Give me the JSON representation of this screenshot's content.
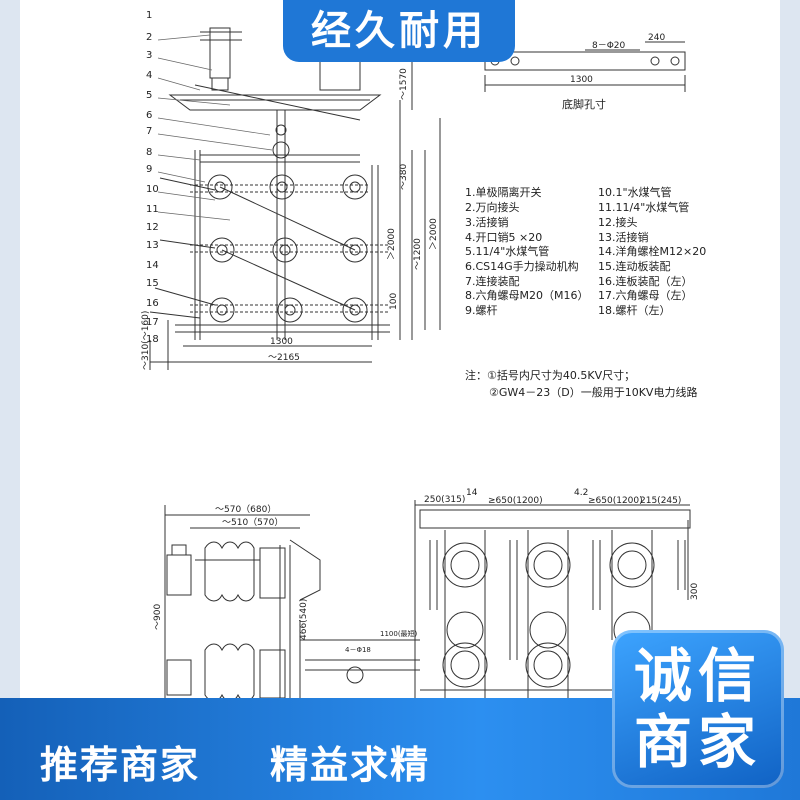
{
  "badge_top": "经久耐用",
  "footer": {
    "slogan_left": "推荐商家",
    "slogan_right": "精益求精"
  },
  "corner_badge": {
    "line1": "诚信",
    "line2": "商家"
  },
  "base_hole": {
    "caption": "底脚孔寸",
    "dim_hole": "8－Φ20",
    "dim_240": "240",
    "dim_1300": "1300"
  },
  "parts_left": [
    "1.单极隔离开关",
    "2.万向接头",
    "3.活接销",
    "4.开口销5 ×20",
    "5.11/4\"水煤气管",
    "6.CS14G手力操动机构",
    "7.连接装配",
    "8.六角螺母M20（M16）",
    "9.螺杆"
  ],
  "parts_right": [
    "10.1\"水煤气管",
    "11.11/4\"水煤气管",
    "12.接头",
    "13.活接销",
    "14.洋角螺栓M12×20",
    "15.连动板装配",
    "16.连板装配（左）",
    "17.六角螺母（左）",
    "18.螺杆（左）"
  ],
  "notes": {
    "line1": "注：①括号内尺寸为40.5KV尺寸；",
    "line2": "②GW4－23（D）一般用于10KV电力线路"
  },
  "top_dims": {
    "d1570": "～1570",
    "d380": "～380",
    "d2000a": "＞2000",
    "d1200": "～1200",
    "d2000b": "＞2000",
    "d100": "100",
    "d1300": "1300",
    "d2165": "～2165",
    "d310": "～310(～160)"
  },
  "callouts": [
    "1",
    "2",
    "3",
    "4",
    "5",
    "6",
    "7",
    "8",
    "9",
    "10",
    "11",
    "12",
    "13",
    "14",
    "15",
    "16",
    "17",
    "18"
  ],
  "bottom_left_dims": {
    "d570": "～570（680）",
    "d510": "～510（570）",
    "d900": "～900",
    "d466": "466(540)",
    "d1100": "1100(最短)",
    "d4": "4－Φ18"
  },
  "bottom_right_dims": {
    "d250": "250(315)",
    "d14": "14",
    "d650a": "≥650(1200)",
    "d42": "4.2",
    "d650b": "≥650(1200)",
    "d215": "215(245)",
    "d300": "300"
  }
}
